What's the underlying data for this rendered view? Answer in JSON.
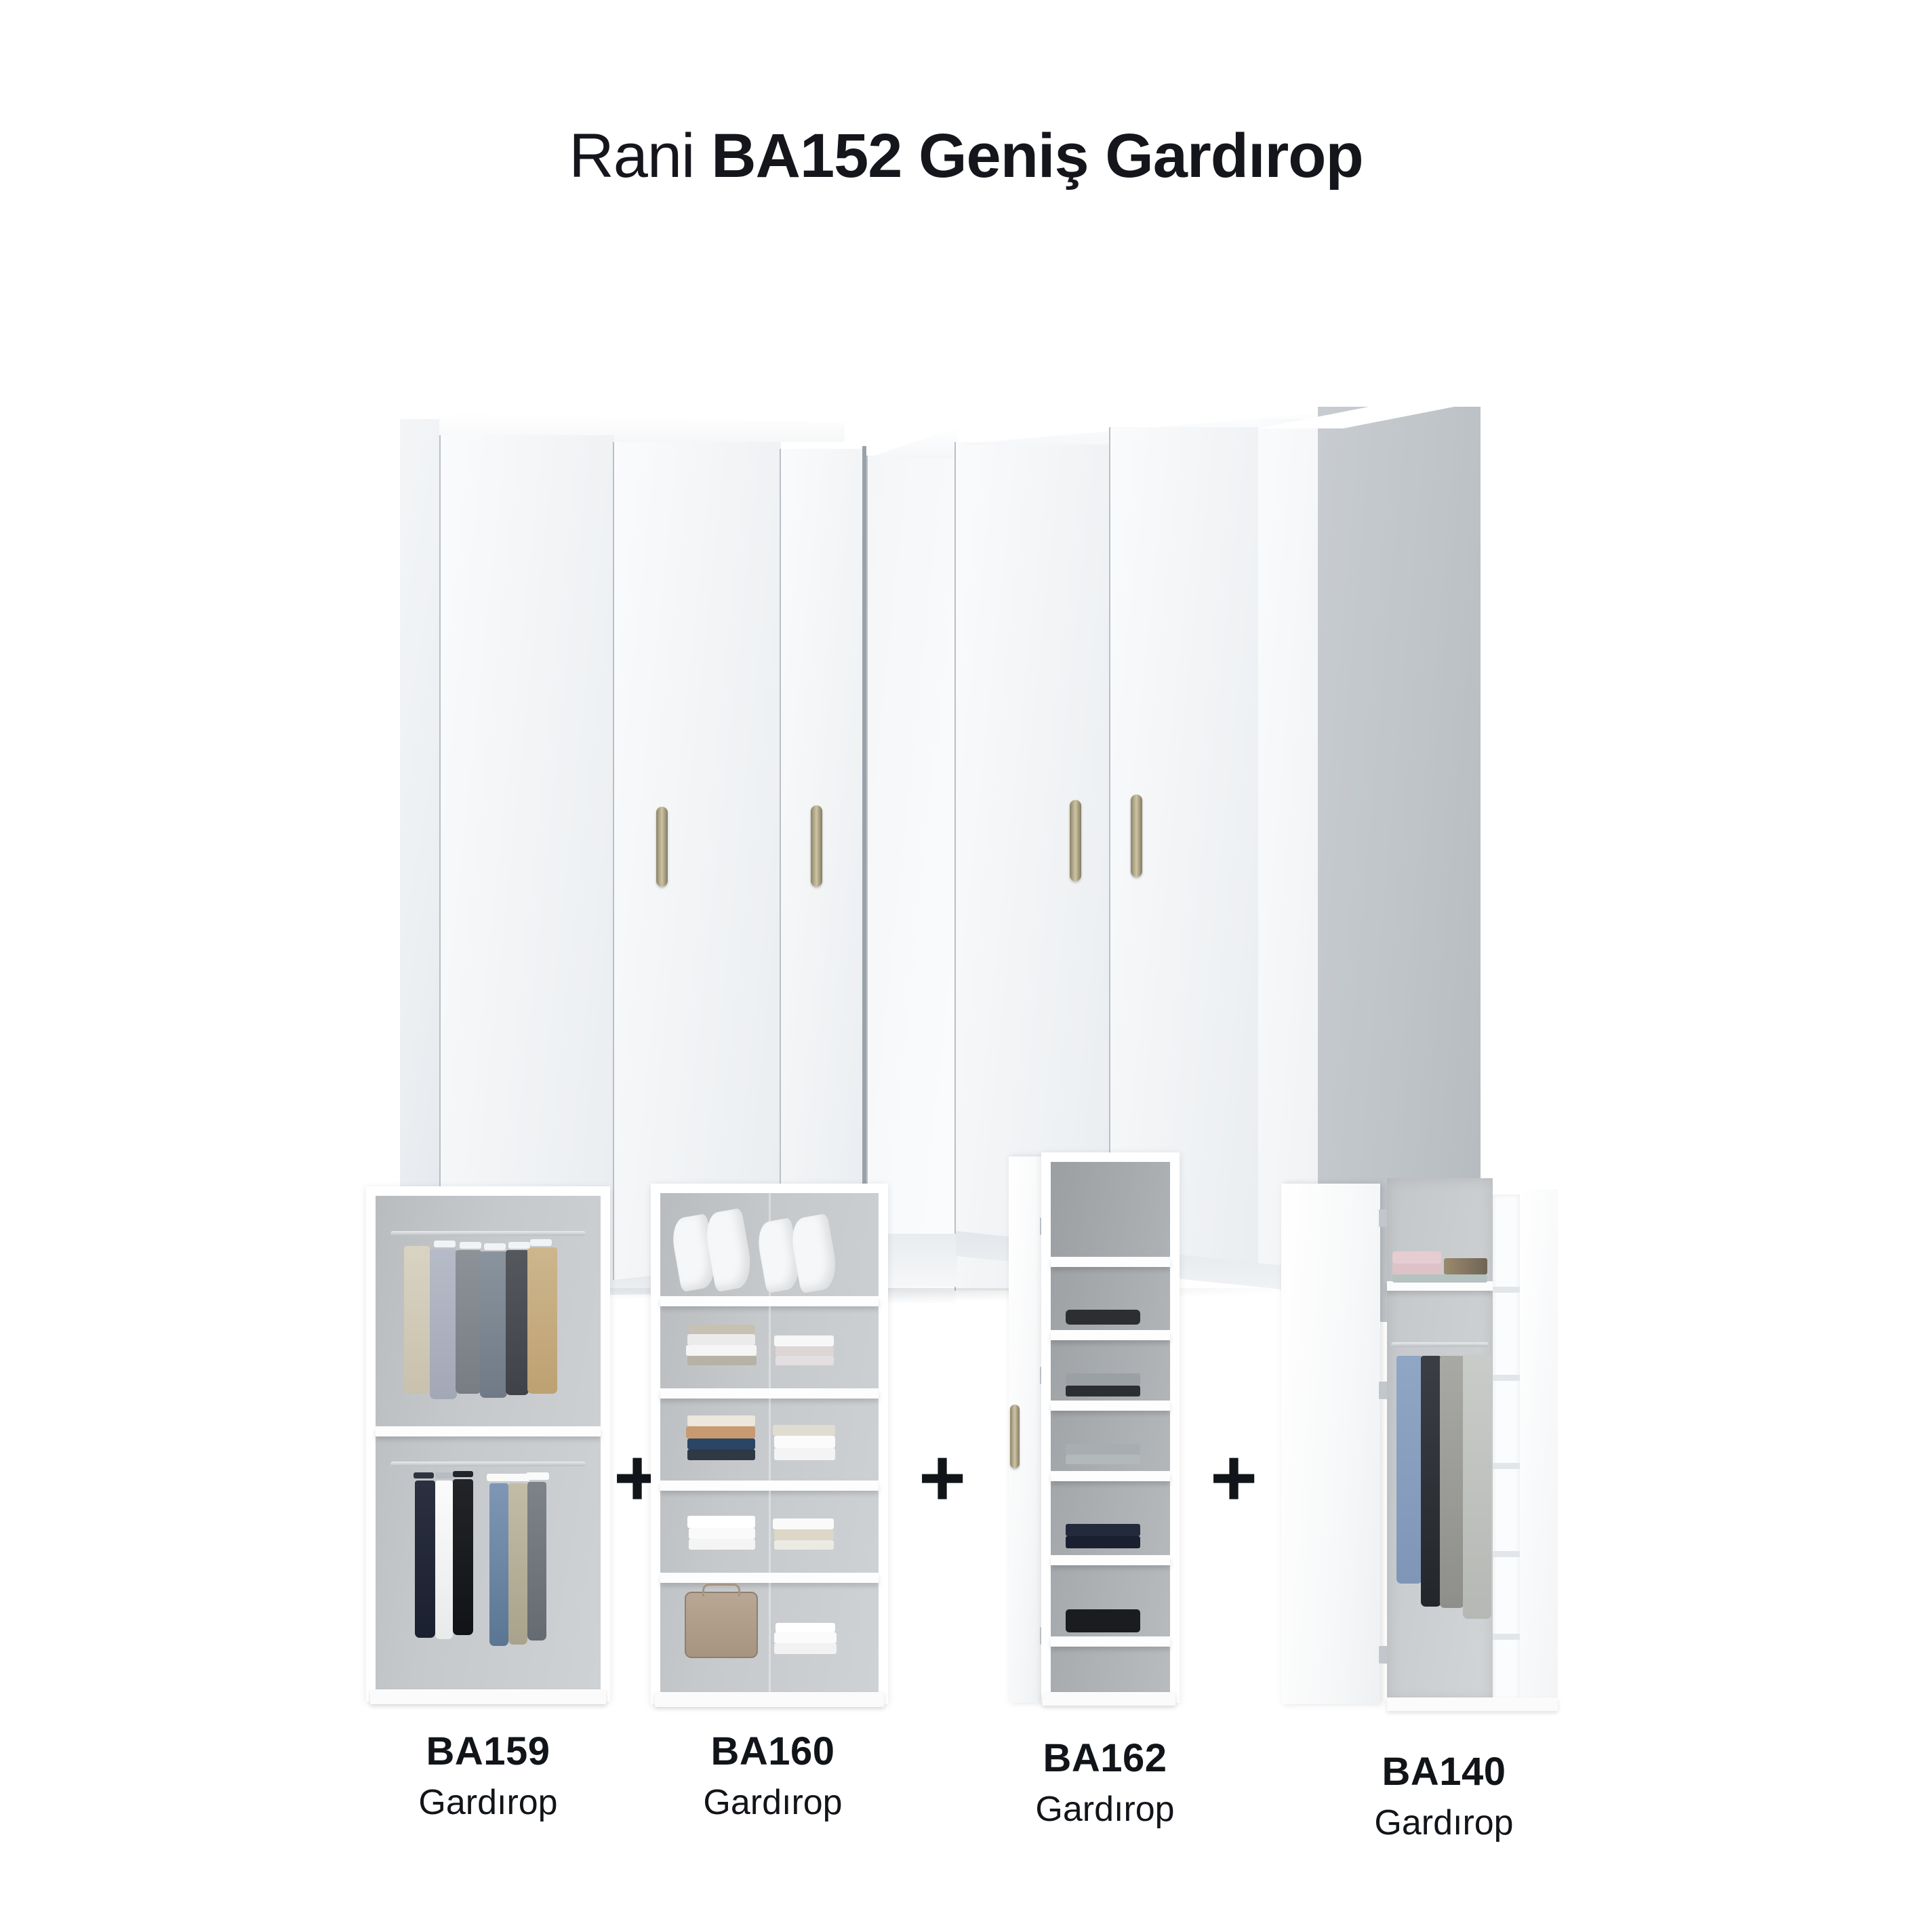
{
  "title": {
    "brand": "Rani ",
    "model": "BA152 Geniş Gardırop",
    "full": "Rani BA152 Geniş Gardırop"
  },
  "hero": {
    "name": "Rani BA152 Geniş Gardırop corner wardrobe",
    "door_count": 6,
    "handle_count": 4,
    "body_color": "#f2f4f6",
    "side_panel_color": "#bfc4c8",
    "handle_color": "#a79e81",
    "configuration": "L-shaped corner wardrobe"
  },
  "separator": "+",
  "modules": [
    {
      "code": "BA159",
      "type": "Gardırop",
      "description": "Two hanging rails, upper and lower",
      "contents_top": [
        "beige textured coat",
        "light lavender coat",
        "dark grey coat",
        "grey blazer",
        "charcoal jacket",
        "camel coat"
      ],
      "contents_bottom": [
        "navy shirt",
        "white shirt",
        "black shirt",
        "blue denim trousers",
        "beige trousers",
        "grey trousers"
      ]
    },
    {
      "code": "BA160",
      "type": "Gardırop",
      "description": "Five open shelves",
      "shelves": [
        "four white pillows",
        "folded shirts and knitwear",
        "folded cream, tan and navy knitwear",
        "folded white shirts and patterned linens",
        "taupe storage bag and folded white linens"
      ]
    },
    {
      "code": "BA162",
      "type": "Gardırop",
      "description": "Narrow six shelf column with single door",
      "shelves": [
        "empty",
        "black folded garments",
        "grey and black folded garments",
        "light grey folded knitwear",
        "navy folded knitwear",
        "black folded garments"
      ]
    },
    {
      "code": "BA140",
      "type": "Gardırop",
      "description": "Corner wardrobe with hanging rail, top shelf and side shelf column",
      "contents": [
        "pink folded linens",
        "patterned folded textiles",
        "blue shirt",
        "dark trousers",
        "grey skirt",
        "patterned grey dress"
      ]
    }
  ],
  "colors": {
    "background": "#ffffff",
    "text": "#15161c",
    "wardrobe_white": "#f7f8fa",
    "interior_grey": "#c3c6c9",
    "handle_gold": "#a79e81",
    "plus_black": "#111418"
  }
}
